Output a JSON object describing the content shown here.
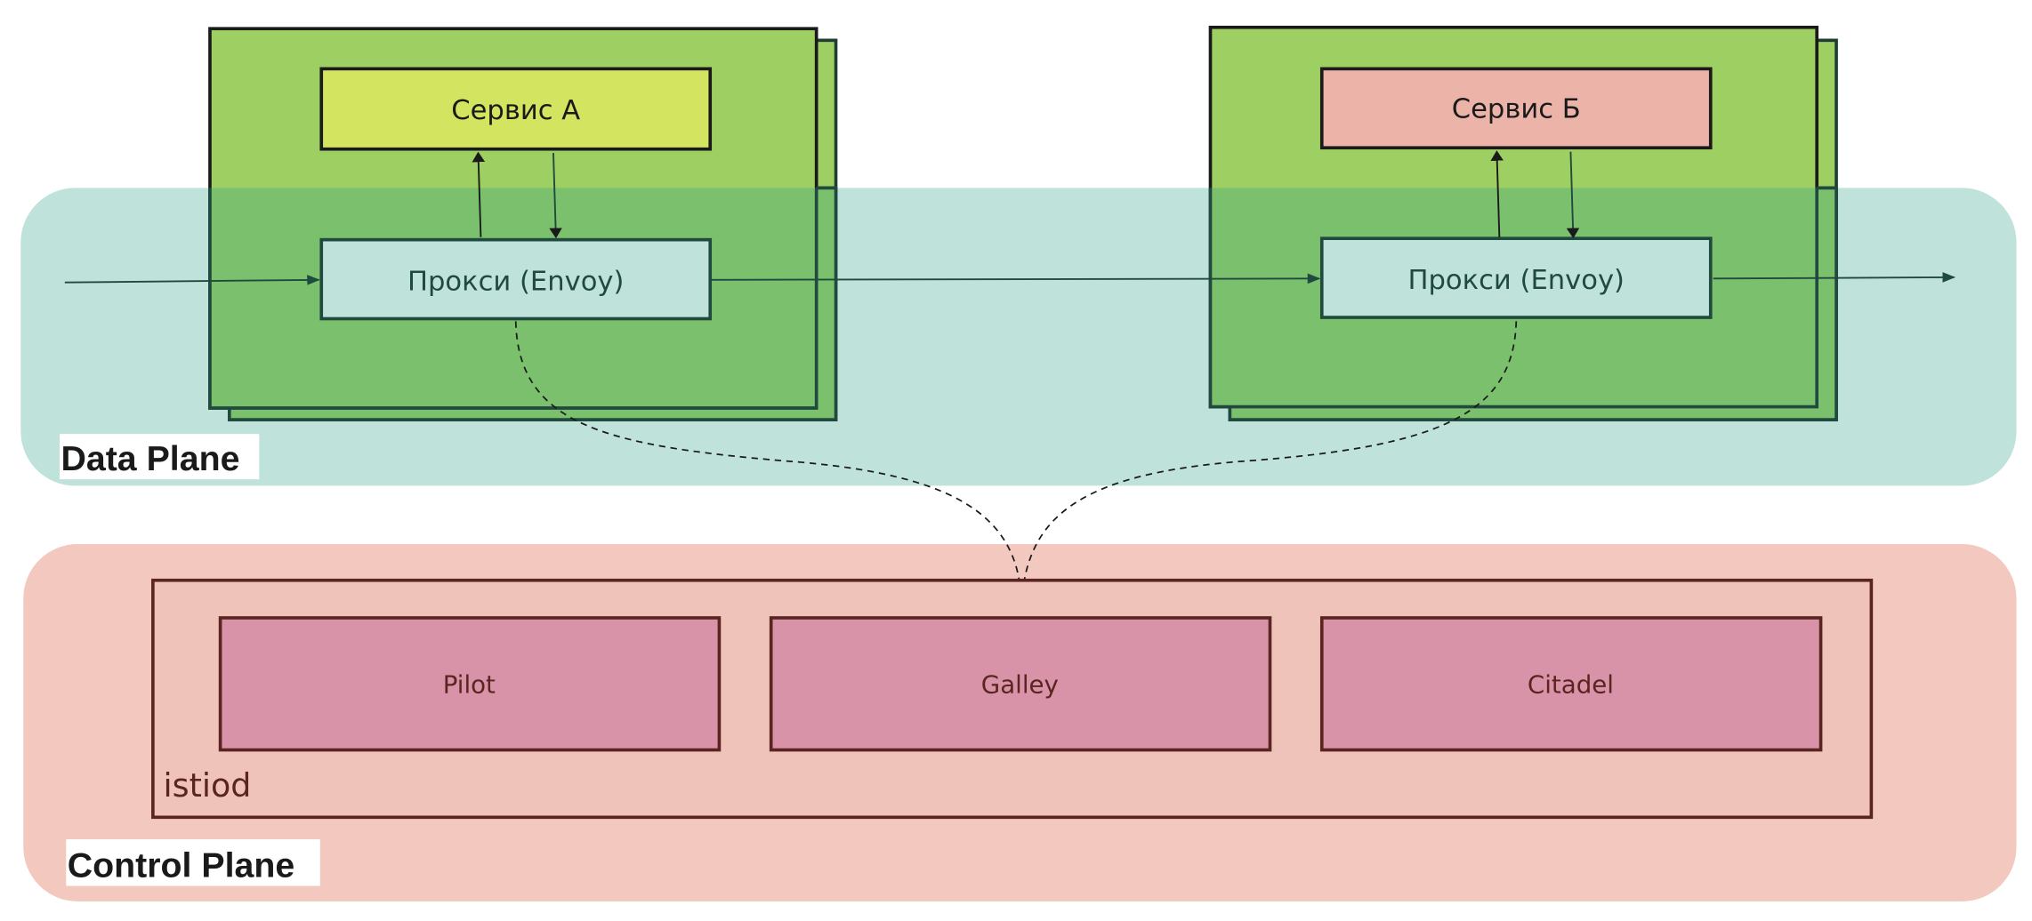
{
  "data_plane": {
    "label": "Data Plane",
    "color": "#bfe2db"
  },
  "control_plane": {
    "label": "Control Plane",
    "color": "#f3c8bf"
  },
  "pods": [
    {
      "service": {
        "label": "Сервис А",
        "color": "#d3e461"
      },
      "proxy": {
        "label": "Прокси (Envoy)",
        "color": "#bfe2db"
      }
    },
    {
      "service": {
        "label": "Сервис Б",
        "color": "#ecb3a8"
      },
      "proxy": {
        "label": "Прокси (Envoy)",
        "color": "#bfe2db"
      }
    }
  ],
  "pod_color": "#9ecf62",
  "istiod": {
    "label": "istiod",
    "components": [
      {
        "label": "Pilot"
      },
      {
        "label": "Galley"
      },
      {
        "label": "Citadel"
      }
    ],
    "component_color": "#d893a8"
  }
}
